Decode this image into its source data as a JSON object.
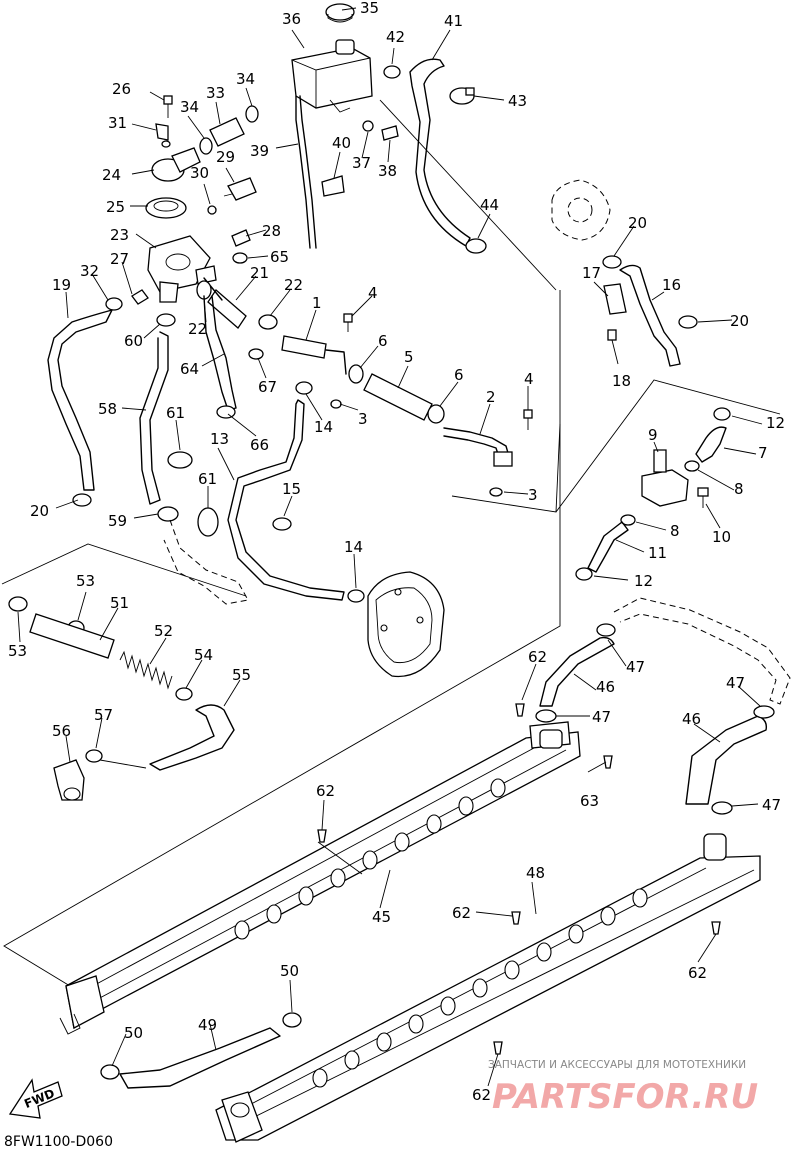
{
  "diagram": {
    "code": "8FW1100-D060",
    "fwd_label": "FWD",
    "watermark": {
      "tagline": "ЗАПЧАСТИ И АКСЕССУАРЫ ДЛЯ МОТОТЕХНИКИ",
      "brand": "PARTSFOR.RU"
    },
    "callouts": [
      "35",
      "36",
      "41",
      "42",
      "43",
      "26",
      "34",
      "33",
      "31",
      "34",
      "40",
      "39",
      "37",
      "38",
      "24",
      "29",
      "30",
      "25",
      "28",
      "23",
      "65",
      "27",
      "32",
      "21",
      "22",
      "19",
      "60",
      "22",
      "1",
      "4",
      "64",
      "67",
      "6",
      "5",
      "6",
      "4",
      "58",
      "61",
      "66",
      "14",
      "3",
      "2",
      "12",
      "7",
      "8",
      "9",
      "13",
      "3",
      "8",
      "10",
      "20",
      "59",
      "61",
      "15",
      "11",
      "12",
      "53",
      "51",
      "14",
      "52",
      "53",
      "54",
      "62",
      "55",
      "47",
      "46",
      "57",
      "56",
      "47",
      "46",
      "47",
      "63",
      "62",
      "47",
      "45",
      "48",
      "62",
      "62",
      "50",
      "49",
      "50",
      "62",
      "44",
      "20",
      "17",
      "16",
      "20",
      "18"
    ]
  }
}
